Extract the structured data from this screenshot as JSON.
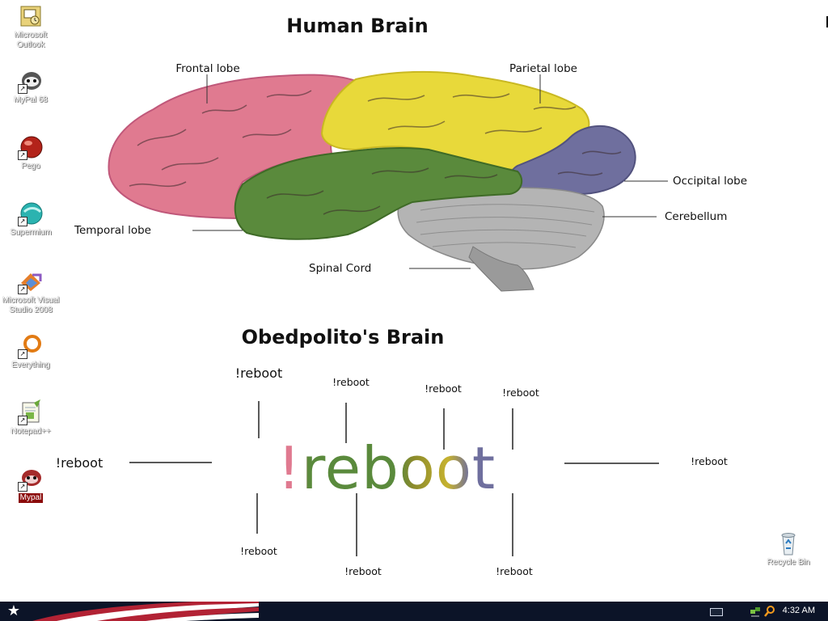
{
  "desktop": {
    "icons": [
      {
        "label_line1": "Microsoft",
        "label_line2": "Outlook",
        "icon": "outlook-icon"
      },
      {
        "label_line1": "MyPal 68",
        "label_line2": "",
        "icon": "mypal68-icon"
      },
      {
        "label_line1": "Pego",
        "label_line2": "",
        "icon": "pego-icon"
      },
      {
        "label_line1": "Supermium",
        "label_line2": "",
        "icon": "supermium-icon"
      },
      {
        "label_line1": "Microsoft Visual",
        "label_line2": "Studio 2008",
        "icon": "visual-studio-icon"
      },
      {
        "label_line1": "Everything",
        "label_line2": "",
        "icon": "everything-icon"
      },
      {
        "label_line1": "Notepad++",
        "label_line2": "",
        "icon": "notepadpp-icon"
      },
      {
        "label_line1": "Mypal",
        "label_line2": "",
        "icon": "mypal-icon"
      },
      {
        "label_line1": "Recycle Bin",
        "label_line2": "",
        "icon": "recycle-bin-icon"
      }
    ]
  },
  "wallpaper": {
    "title_top": "Human Brain",
    "labels": {
      "frontal": "Frontal lobe",
      "parietal": "Parietal lobe",
      "occipital": "Occipital lobe",
      "cerebellum": "Cerebellum",
      "temporal": "Temporal lobe",
      "spinal": "Spinal Cord"
    },
    "title_bottom": "Obedpolito's Brain",
    "big_word": "!reboot",
    "small_word": "!reboot",
    "colors": {
      "frontal": "#e07a90",
      "parietal": "#e8d93a",
      "occipital": "#6f6f9e",
      "temporal": "#5a8a3c",
      "cerebellum": "#a8a8a8"
    }
  },
  "taskbar": {
    "clock": "4:32 AM",
    "start_icon": "start-star-icon",
    "tray_icons": [
      "keyboard-icon",
      "network-icon",
      "search-icon"
    ]
  }
}
